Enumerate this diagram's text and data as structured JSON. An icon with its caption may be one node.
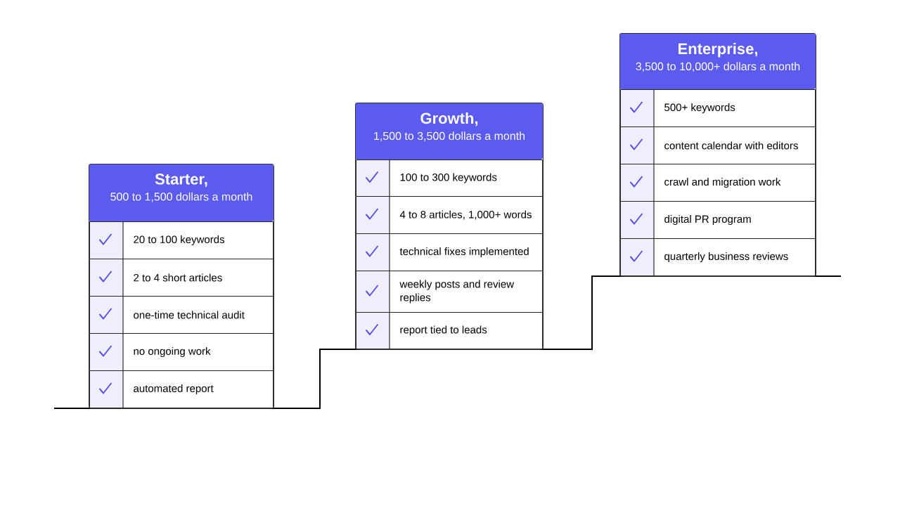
{
  "diagram": {
    "nodes": [
      {
        "text": [
          "Starter,",
          "500 to 1,500 dollars a month"
        ]
      },
      {
        "text": [
          "20 to 100 keywords"
        ],
        "in": 0
      },
      {
        "text": [
          "2 to 4 short articles"
        ],
        "in": 0
      },
      {
        "text": [
          "one-time technical audit"
        ],
        "in": 0
      },
      {
        "text": [
          "no ongoing work"
        ],
        "in": 0
      },
      {
        "text": [
          "automated report"
        ],
        "in": 0
      },
      {
        "text": [
          "Growth,",
          "1,500 to 3,500 dollars a month"
        ]
      },
      {
        "text": [
          "100 to 300 keywords"
        ],
        "in": 6
      },
      {
        "text": [
          "4 to 8 articles, 1,000+ words"
        ],
        "in": 6
      },
      {
        "text": [
          "technical fixes implemented"
        ],
        "in": 6
      },
      {
        "text": [
          "weekly posts and review replies"
        ],
        "in": 6
      },
      {
        "text": [
          "report tied to leads"
        ],
        "in": 6
      },
      {
        "text": [
          "Enterprise,",
          "3,500 to 10,000+ dollars a month"
        ]
      },
      {
        "text": [
          "500+ keywords"
        ],
        "in": 12
      },
      {
        "text": [
          "content calendar with editors"
        ],
        "in": 12
      },
      {
        "text": [
          "crawl and migration work"
        ],
        "in": 12
      },
      {
        "text": [
          "digital PR program"
        ],
        "in": 12
      },
      {
        "text": [
          "quarterly business reviews"
        ],
        "in": 12
      }
    ]
  }
}
